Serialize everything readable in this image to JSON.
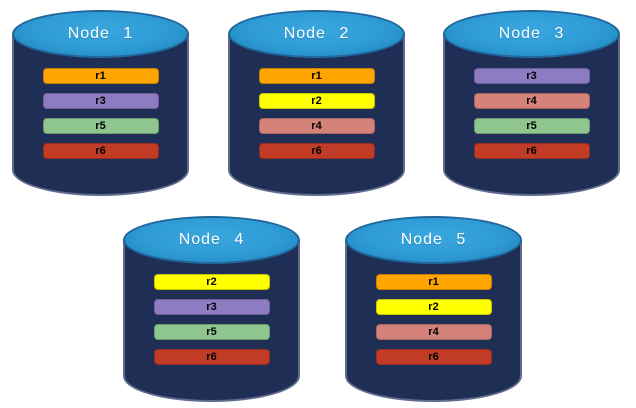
{
  "diagram": {
    "type": "replica-distribution-diagram",
    "node_count": 5
  },
  "palette": {
    "cylinder_body": "#1F2E54",
    "cylinder_top": "#2E9BD5",
    "cylinder_outline": "#96A0BE",
    "node_label_color": "#FFFFFF",
    "replica_label_color": "#000000"
  },
  "replica_colors": {
    "r1": "#FFA500",
    "r2": "#FFFF00",
    "r3": "#8E7CC3",
    "r4": "#D5827A",
    "r5": "#8FC68F",
    "r6": "#C23B27"
  },
  "nodes": [
    {
      "label": "Node 1",
      "replicas": [
        "r1",
        "r3",
        "r5",
        "r6"
      ]
    },
    {
      "label": "Node 2",
      "replicas": [
        "r1",
        "r2",
        "r4",
        "r6"
      ]
    },
    {
      "label": "Node 3",
      "replicas": [
        "r3",
        "r4",
        "r5",
        "r6"
      ]
    },
    {
      "label": "Node 4",
      "replicas": [
        "r2",
        "r3",
        "r5",
        "r6"
      ]
    },
    {
      "label": "Node 5",
      "replicas": [
        "r1",
        "r2",
        "r4",
        "r6"
      ]
    }
  ]
}
